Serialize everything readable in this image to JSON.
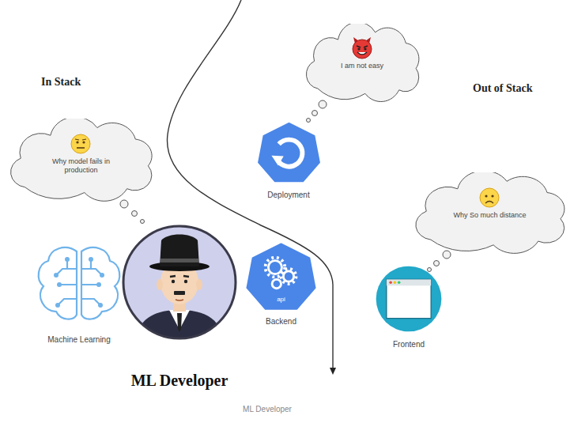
{
  "diagram": {
    "caption": "ML Developer",
    "nodes": [
      {
        "text": [
          "I am not easy"
        ]
      },
      {
        "text": [
          "Why model fails in production"
        ]
      },
      {
        "text": [
          "Deployment"
        ]
      },
      {
        "text": [
          "Why So much distance"
        ]
      },
      {
        "text": [
          "Machine Learning"
        ]
      },
      {
        "text": [
          "ML Developer"
        ]
      },
      {
        "text": [
          "api",
          "Backend"
        ]
      },
      {
        "text": [
          "Frontend"
        ]
      }
    ],
    "labels": [
      "In Stack",
      "Out of Stack"
    ]
  }
}
